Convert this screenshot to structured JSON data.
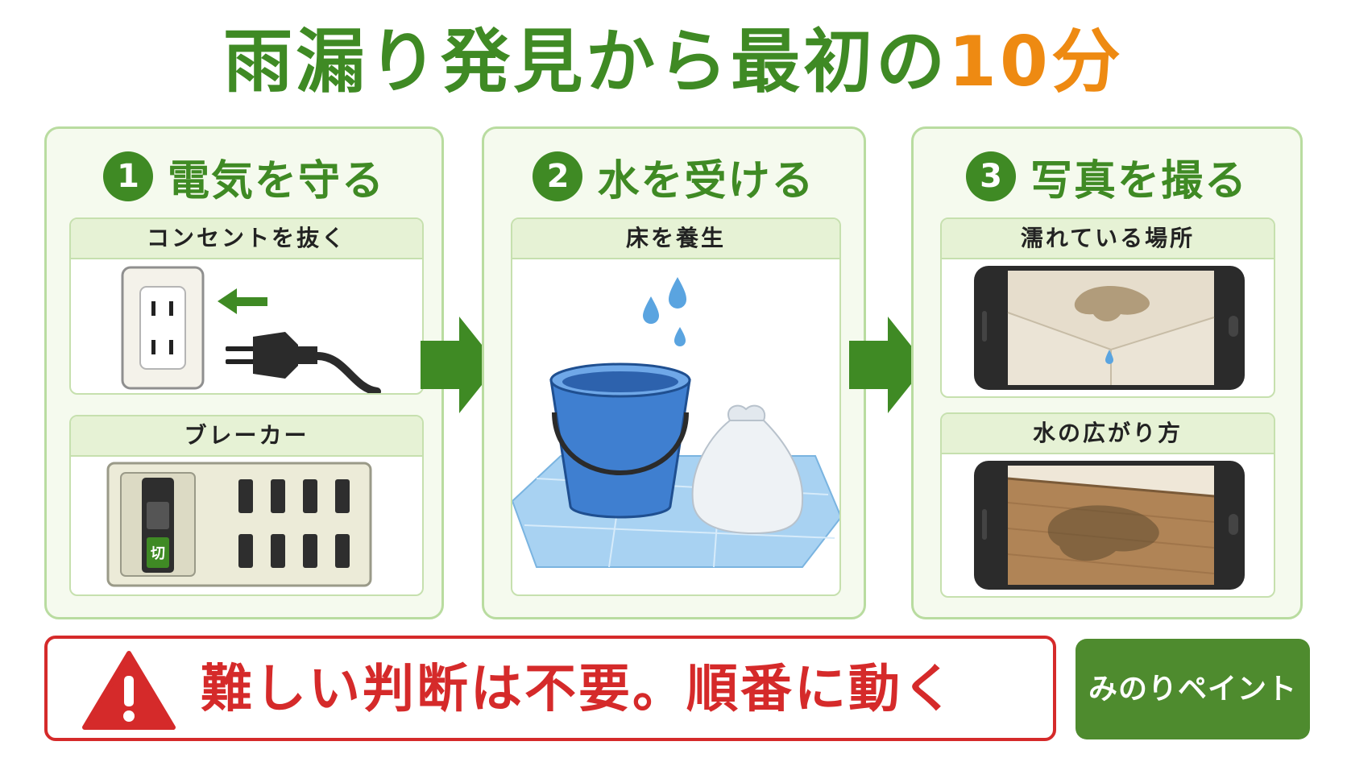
{
  "title": {
    "main": "雨漏り発見から最初の",
    "accent": "10分"
  },
  "steps": [
    {
      "number": "1",
      "title": "電気を守る",
      "panels": [
        {
          "label": "コンセントを抜く"
        },
        {
          "label": "ブレーカー",
          "switch_label": "切"
        }
      ]
    },
    {
      "number": "2",
      "title": "水を受ける",
      "panels": [
        {
          "label": "床を養生"
        }
      ]
    },
    {
      "number": "3",
      "title": "写真を撮る",
      "panels": [
        {
          "label": "濡れている場所"
        },
        {
          "label": "水の広がり方"
        }
      ]
    }
  ],
  "warning": {
    "text": "難しい判断は不要。順番に動く"
  },
  "brand": {
    "name": "みのりペイント"
  },
  "colors": {
    "green": "#3f8a24",
    "orange": "#ee8a12",
    "red": "#d52a2a",
    "light_green": "#e6f2d5"
  }
}
